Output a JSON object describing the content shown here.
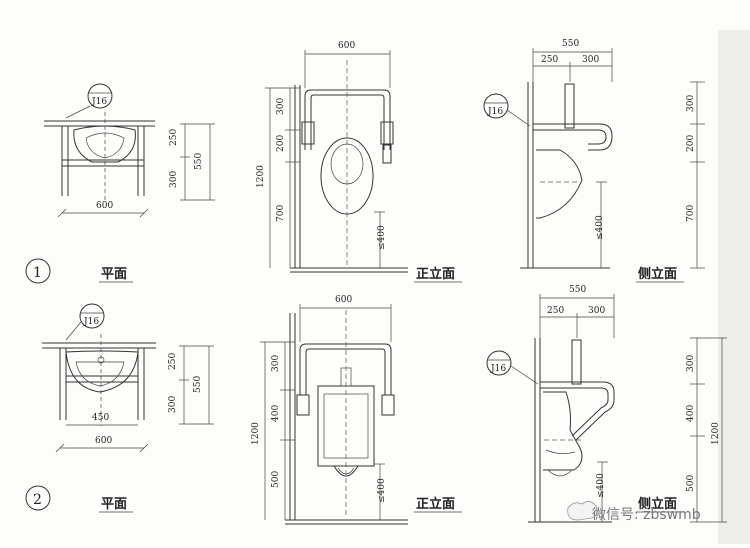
{
  "row1": {
    "number": "1",
    "plan": {
      "label": "平面",
      "tag": "J16",
      "dim_width": "600",
      "dim_a": "250",
      "dim_b": "300",
      "dim_total": "550"
    },
    "front": {
      "label": "正立面",
      "dim_top": "600",
      "dim_a": "300",
      "dim_b": "200",
      "dim_c": "700",
      "dim_total": "1200",
      "dim_max": "≤400"
    },
    "side": {
      "label": "侧立面",
      "tag": "J16",
      "dim_top": "550",
      "dim_top_a": "250",
      "dim_top_b": "300",
      "dim_a": "300",
      "dim_b": "200",
      "dim_c": "700",
      "dim_max": "≤400"
    }
  },
  "row2": {
    "number": "2",
    "plan": {
      "label": "平面",
      "tag": "J16",
      "dim_inner": "450",
      "dim_width": "600",
      "dim_a": "250",
      "dim_b": "300",
      "dim_total": "550"
    },
    "front": {
      "label": "正立面",
      "dim_top": "600",
      "dim_a": "300",
      "dim_b": "400",
      "dim_c": "500",
      "dim_total": "1200",
      "dim_max": "≤400"
    },
    "side": {
      "label": "侧立面",
      "tag": "J16",
      "dim_top": "550",
      "dim_top_a": "250",
      "dim_top_b": "300",
      "dim_a": "300",
      "dim_b": "400",
      "dim_c": "500",
      "dim_total": "1200",
      "dim_max": "≤400"
    }
  },
  "watermark": "微信号: zbswmb"
}
